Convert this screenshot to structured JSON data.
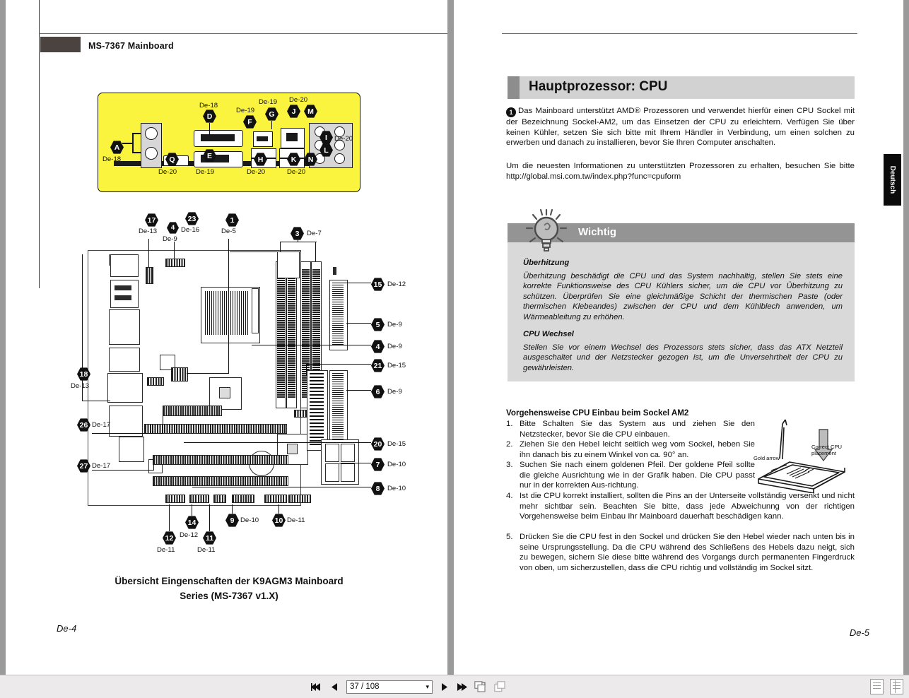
{
  "viewer": {
    "toolbar": {
      "first_page_label": "⏮",
      "prev_page_label": "◀",
      "next_page_label": "▶",
      "last_page_label": "⏭",
      "page_value": "37 / 108",
      "dropdown_arrow": "▾",
      "fit_page_tooltip": "Fit Page",
      "fit_width_tooltip": "Fit Width",
      "single_page_view": "single-page-view",
      "facing_page_view": "facing-page-view"
    }
  },
  "left_page": {
    "header_title": "MS-7367 Mainboard",
    "rear_panel": {
      "marks": [
        {
          "id": "A",
          "sub": "De-18"
        },
        {
          "id": "D",
          "sub": "De-18"
        },
        {
          "id": "Q",
          "sub": "De-20"
        },
        {
          "id": "E",
          "sub": "De-19"
        },
        {
          "id": "F",
          "sub": "De-19"
        },
        {
          "id": "G",
          "sub": "De-19"
        },
        {
          "id": "H",
          "sub": "De-20"
        },
        {
          "id": "J",
          "sub": "De-20"
        },
        {
          "id": "M",
          "sub": "De-20"
        },
        {
          "id": "I",
          "sub": "De-20"
        },
        {
          "id": "L",
          "sub": "De-20"
        },
        {
          "id": "K",
          "sub": "De-20"
        },
        {
          "id": "N",
          "sub": "De-20"
        }
      ]
    },
    "board_marks": [
      {
        "id": "17",
        "sub": "De-13"
      },
      {
        "id": "4",
        "sub": "De-9"
      },
      {
        "id": "23",
        "sub": "De-16"
      },
      {
        "id": "1",
        "sub": "De-5"
      },
      {
        "id": "3",
        "sub": "De-7"
      },
      {
        "id": "15",
        "sub": "De-12"
      },
      {
        "id": "5",
        "sub": "De-9"
      },
      {
        "id": "4",
        "sub": "De-9"
      },
      {
        "id": "21",
        "sub": "De-15"
      },
      {
        "id": "6",
        "sub": "De-9"
      },
      {
        "id": "20",
        "sub": "De-15"
      },
      {
        "id": "7",
        "sub": "De-10"
      },
      {
        "id": "8",
        "sub": "De-10"
      },
      {
        "id": "18",
        "sub": "De-13"
      },
      {
        "id": "26",
        "sub": "De-17"
      },
      {
        "id": "27",
        "sub": "De-17"
      },
      {
        "id": "12",
        "sub": "De-11"
      },
      {
        "id": "14",
        "sub": "De-12"
      },
      {
        "id": "11",
        "sub": "De-11"
      },
      {
        "id": "9",
        "sub": "De-10"
      },
      {
        "id": "10",
        "sub": "De-11"
      }
    ],
    "caption_line1": "Übersicht Eingenschaften der K9AGM3 Mainboard",
    "caption_line2": "Series (MS-7367 v1.X)",
    "footer": "De-4"
  },
  "right_page": {
    "section_title": "Hauptprozessor: CPU",
    "intro_number": "1",
    "intro_paragraph": "Das Mainboard unterstützt AMD® Prozessoren und verwendet hierfür einen CPU Sockel mit der Bezeichnung Sockel-AM2, um das Einsetzen der CPU zu erleichtern. Verfügen Sie über keinen Kühler, setzen Sie sich bitte mit Ihrem Händler in Verbindung, um einen solchen zu erwerben und danach zu installieren, bevor Sie Ihren Computer anschalten.",
    "intro_paragraph2": "Um die neuesten Informationen zu unterstützten Prozessoren zu erhalten, besuchen Sie bitte http://global.msi.com.tw/index.php?func=cpuform",
    "important": {
      "title": "Wichtig",
      "sub1": "Überhitzung",
      "body1": "Überhitzung beschädigt die CPU und das System nachhaltig, stellen Sie stets eine korrekte Funktionsweise des CPU Kühlers sicher, um die CPU vor Überhitzung zu schützen. Überprüfen Sie eine gleichmäßige Schicht der thermischen Paste (oder thermischen Klebeandes) zwischen der CPU und  dem Kühlblech anwenden, um Wärmeableitung zu erhöhen.",
      "sub2": "CPU Wechsel",
      "body2": "Stellen Sie vor einem Wechsel des Prozessors stets sicher, dass das ATX Netzteil ausgeschaltet und der Netzstecker gezogen ist, um die Unversehrtheit der CPU zu gewährleisten."
    },
    "procedure_title": "Vorgehensweise CPU Einbau beim Sockel AM2",
    "steps": [
      {
        "num": "1.",
        "text": "Bitte Schalten Sie das System aus und ziehen Sie den Netzstecker, bevor Sie die CPU einbauen."
      },
      {
        "num": "2.",
        "text": "Ziehen Sie den Hebel leicht  seitlich weg vom Sockel, heben Sie ihn danach bis zu einem Winkel von ca. 90° an."
      },
      {
        "num": "3.",
        "text": "Suchen Sie nach einem goldenen Pfeil. Der goldene Pfeil sollte die gleiche Ausrichtung wie in der Grafik haben. Die CPU passt nur in der korrekten Aus-richtung."
      },
      {
        "num": "4.",
        "text": "Ist die CPU korrekt installiert, sollten die Pins an der Unterseite vollständig versenkt und nicht mehr sichtbar sein. Beachten Sie bitte, dass jede Abweichunng von der richtigen Vorgehensweise beim Einbau Ihr Mainboard dauerhaft beschädigen kann."
      },
      {
        "num": "5.",
        "text": "Drücken Sie die CPU fest in den Sockel und drücken Sie den Hebel wieder nach unten bis in seine Ursprungsstellung. Da die CPU während des Schließens des Hebels dazu neigt, sich zu bewegen, sichern Sie diese bitte während des Vorgangs durch permanenten Fingerdruck von oben, um sicherzustellen, dass die CPU richtig und vollständig im Sockel sitzt."
      }
    ],
    "artwork": {
      "gold_arrow_label": "Gold arrow",
      "placement_label_1": "Correct CPU",
      "placement_label_2": "placement"
    },
    "side_tab": "Deutsch",
    "footer": "De-5"
  },
  "colors": {
    "rear_panel_yellow": "#fbf43f",
    "section_bar": "#d2d2d2",
    "important_bar": "#949494",
    "important_bg": "#d9d9d9",
    "header_block": "#4a4340"
  }
}
